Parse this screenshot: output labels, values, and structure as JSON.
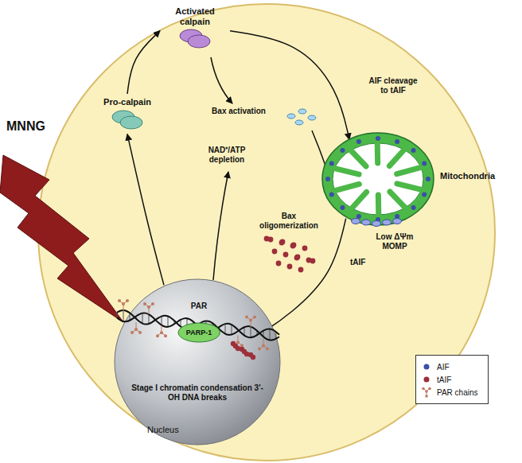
{
  "diagram": {
    "nodes": [
      {
        "text": [
          "Activated calpain"
        ]
      },
      {
        "text": [
          "Pro-calpain"
        ]
      },
      {
        "text": [
          "Mitochondria"
        ]
      },
      {
        "text": [
          "Stage I chromatin condensation 3'-OH DNA breaks",
          "Nucleus"
        ]
      },
      {
        "text": [
          "PARP-1"
        ],
        "in": 3
      }
    ],
    "edges": [
      {
        "from": 3,
        "to": 1,
        "arrow": "to"
      },
      {
        "from": 1,
        "to": 0,
        "arrow": "to"
      },
      {
        "from": 0,
        "to": 2,
        "arrow": "to"
      },
      {
        "from": 2,
        "to": 3,
        "arrow": "to"
      }
    ],
    "labels": [
      "MNNG",
      "Bax activation",
      "AIF cleavage to tAIF",
      "NAD⁺/ATP depletion",
      "Bax oligomerization",
      "Low ΔΨm MOMP",
      "tAIF",
      "PAR"
    ],
    "legend": [
      {
        "text": "AIF",
        "color": "#3b4fa8"
      },
      {
        "text": "tAIF",
        "color": "#9c2f3a"
      },
      {
        "text": "PAR chains"
      }
    ]
  }
}
